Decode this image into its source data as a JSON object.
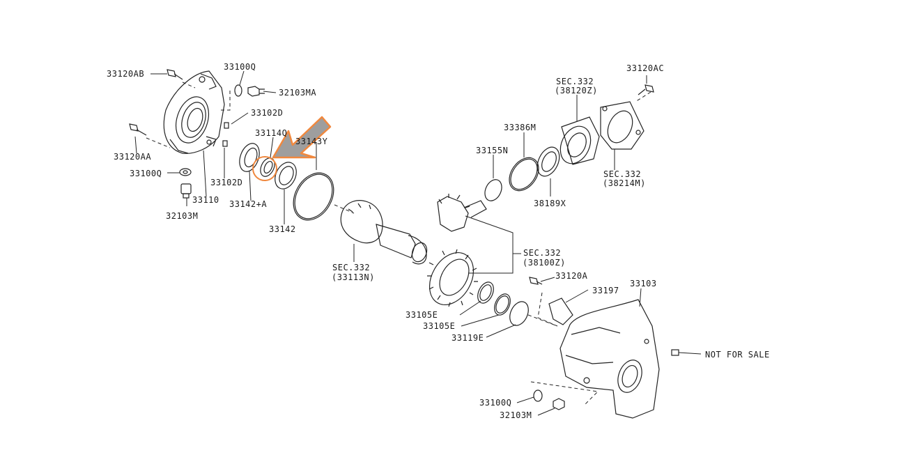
{
  "diagram": {
    "labels": {
      "p_33120AB": "33120AB",
      "p_33100Q_top": "33100Q",
      "p_32103MA": "32103MA",
      "p_33102D_top": "33102D",
      "p_33114Q": "33114Q",
      "p_33143Y": "33143Y",
      "p_33120AA": "33120AA",
      "p_33100Q_left": "33100Q",
      "p_33102D_bottom": "33102D",
      "p_33110": "33110",
      "p_33142A": "33142+A",
      "p_32103M_left": "32103M",
      "p_33142": "33142",
      "p_sec332_33113N": "SEC.332",
      "p_sec332_33113N_sub": "(33113N)",
      "p_33155N": "33155N",
      "p_33386M": "33386M",
      "p_sec332_38120Z": "SEC.332",
      "p_sec332_38120Z_sub": "(38120Z)",
      "p_33120AC": "33120AC",
      "p_sec332_38214M": "SEC.332",
      "p_sec332_38214M_sub": "(38214M)",
      "p_38189X": "38189X",
      "p_sec332_38100Z": "SEC.332",
      "p_sec332_38100Z_sub": "(38100Z)",
      "p_33120A": "33120A",
      "p_33197": "33197",
      "p_33103": "33103",
      "p_33105E_1": "33105E",
      "p_33105E_2": "33105E",
      "p_33119E": "33119E",
      "p_not_for_sale": "NOT FOR SALE",
      "p_33100Q_bottom": "33100Q",
      "p_32103M_bottom": "32103M"
    },
    "highlight_color": "#f0883e",
    "arrow_color": "#9e9e9e",
    "line_color": "#222222"
  }
}
